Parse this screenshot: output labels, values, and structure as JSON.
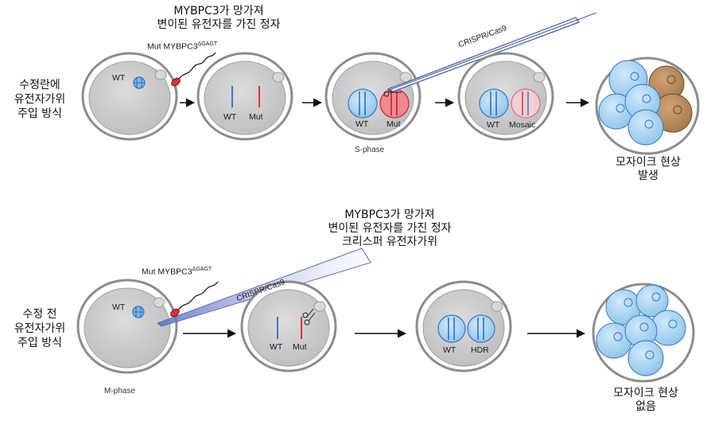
{
  "top": {
    "sperm_title_line1": "MYBPC3가 망가져",
    "sperm_title_line2": "변이된 유전자를 가진 정자",
    "row_label_line1": "수정란에",
    "row_label_line2": "유전자가위",
    "row_label_line3": "주입 방식",
    "mut_label": "Mut MYBPC3",
    "mut_sup": "ΔGAGT",
    "tool_label": "CRISPR/Cas9",
    "phase_label": "S-phase",
    "cell1_wt": "WT",
    "cell2_wt": "WT",
    "cell2_mut": "Mut",
    "cell3_wt": "WT",
    "cell3_mut": "Mut",
    "cell4_wt": "WT",
    "cell4_mosaic": "Mosaic",
    "result_line1": "모자이크 현상",
    "result_line2": "발생"
  },
  "bottom": {
    "sperm_title_line1": "MYBPC3가 망가져",
    "sperm_title_line2": "변이된 유전자를 가진 정자",
    "sperm_title_line3": "크리스퍼 유전자가위",
    "row_label_line1": "수정 전",
    "row_label_line2": "유전자가위",
    "row_label_line3": "주입 방식",
    "mut_label": "Mut MYBPC3",
    "mut_sup": "ΔGAGT",
    "tool_label": "CRISPR/Cas9",
    "phase_label": "M-phase",
    "cell1_wt": "WT",
    "cell2_wt": "WT",
    "cell2_mut": "Mut",
    "cell3_wt": "WT",
    "cell3_hdr": "HDR",
    "result_line1": "모자이크 현상",
    "result_line2": "없음"
  },
  "colors": {
    "membrane": "#8c8c8c",
    "cytoplasm": "#cdcdcd",
    "blue_cell": "#a6d2ef",
    "brown_cell": "#b78a5c",
    "wt_line": "#3a77c4",
    "mut_line": "#e0343c",
    "mut_nucleus": "#f08a8f",
    "mosaic_nucleus": "#f4cdd3",
    "needle": "#4a63a8"
  }
}
